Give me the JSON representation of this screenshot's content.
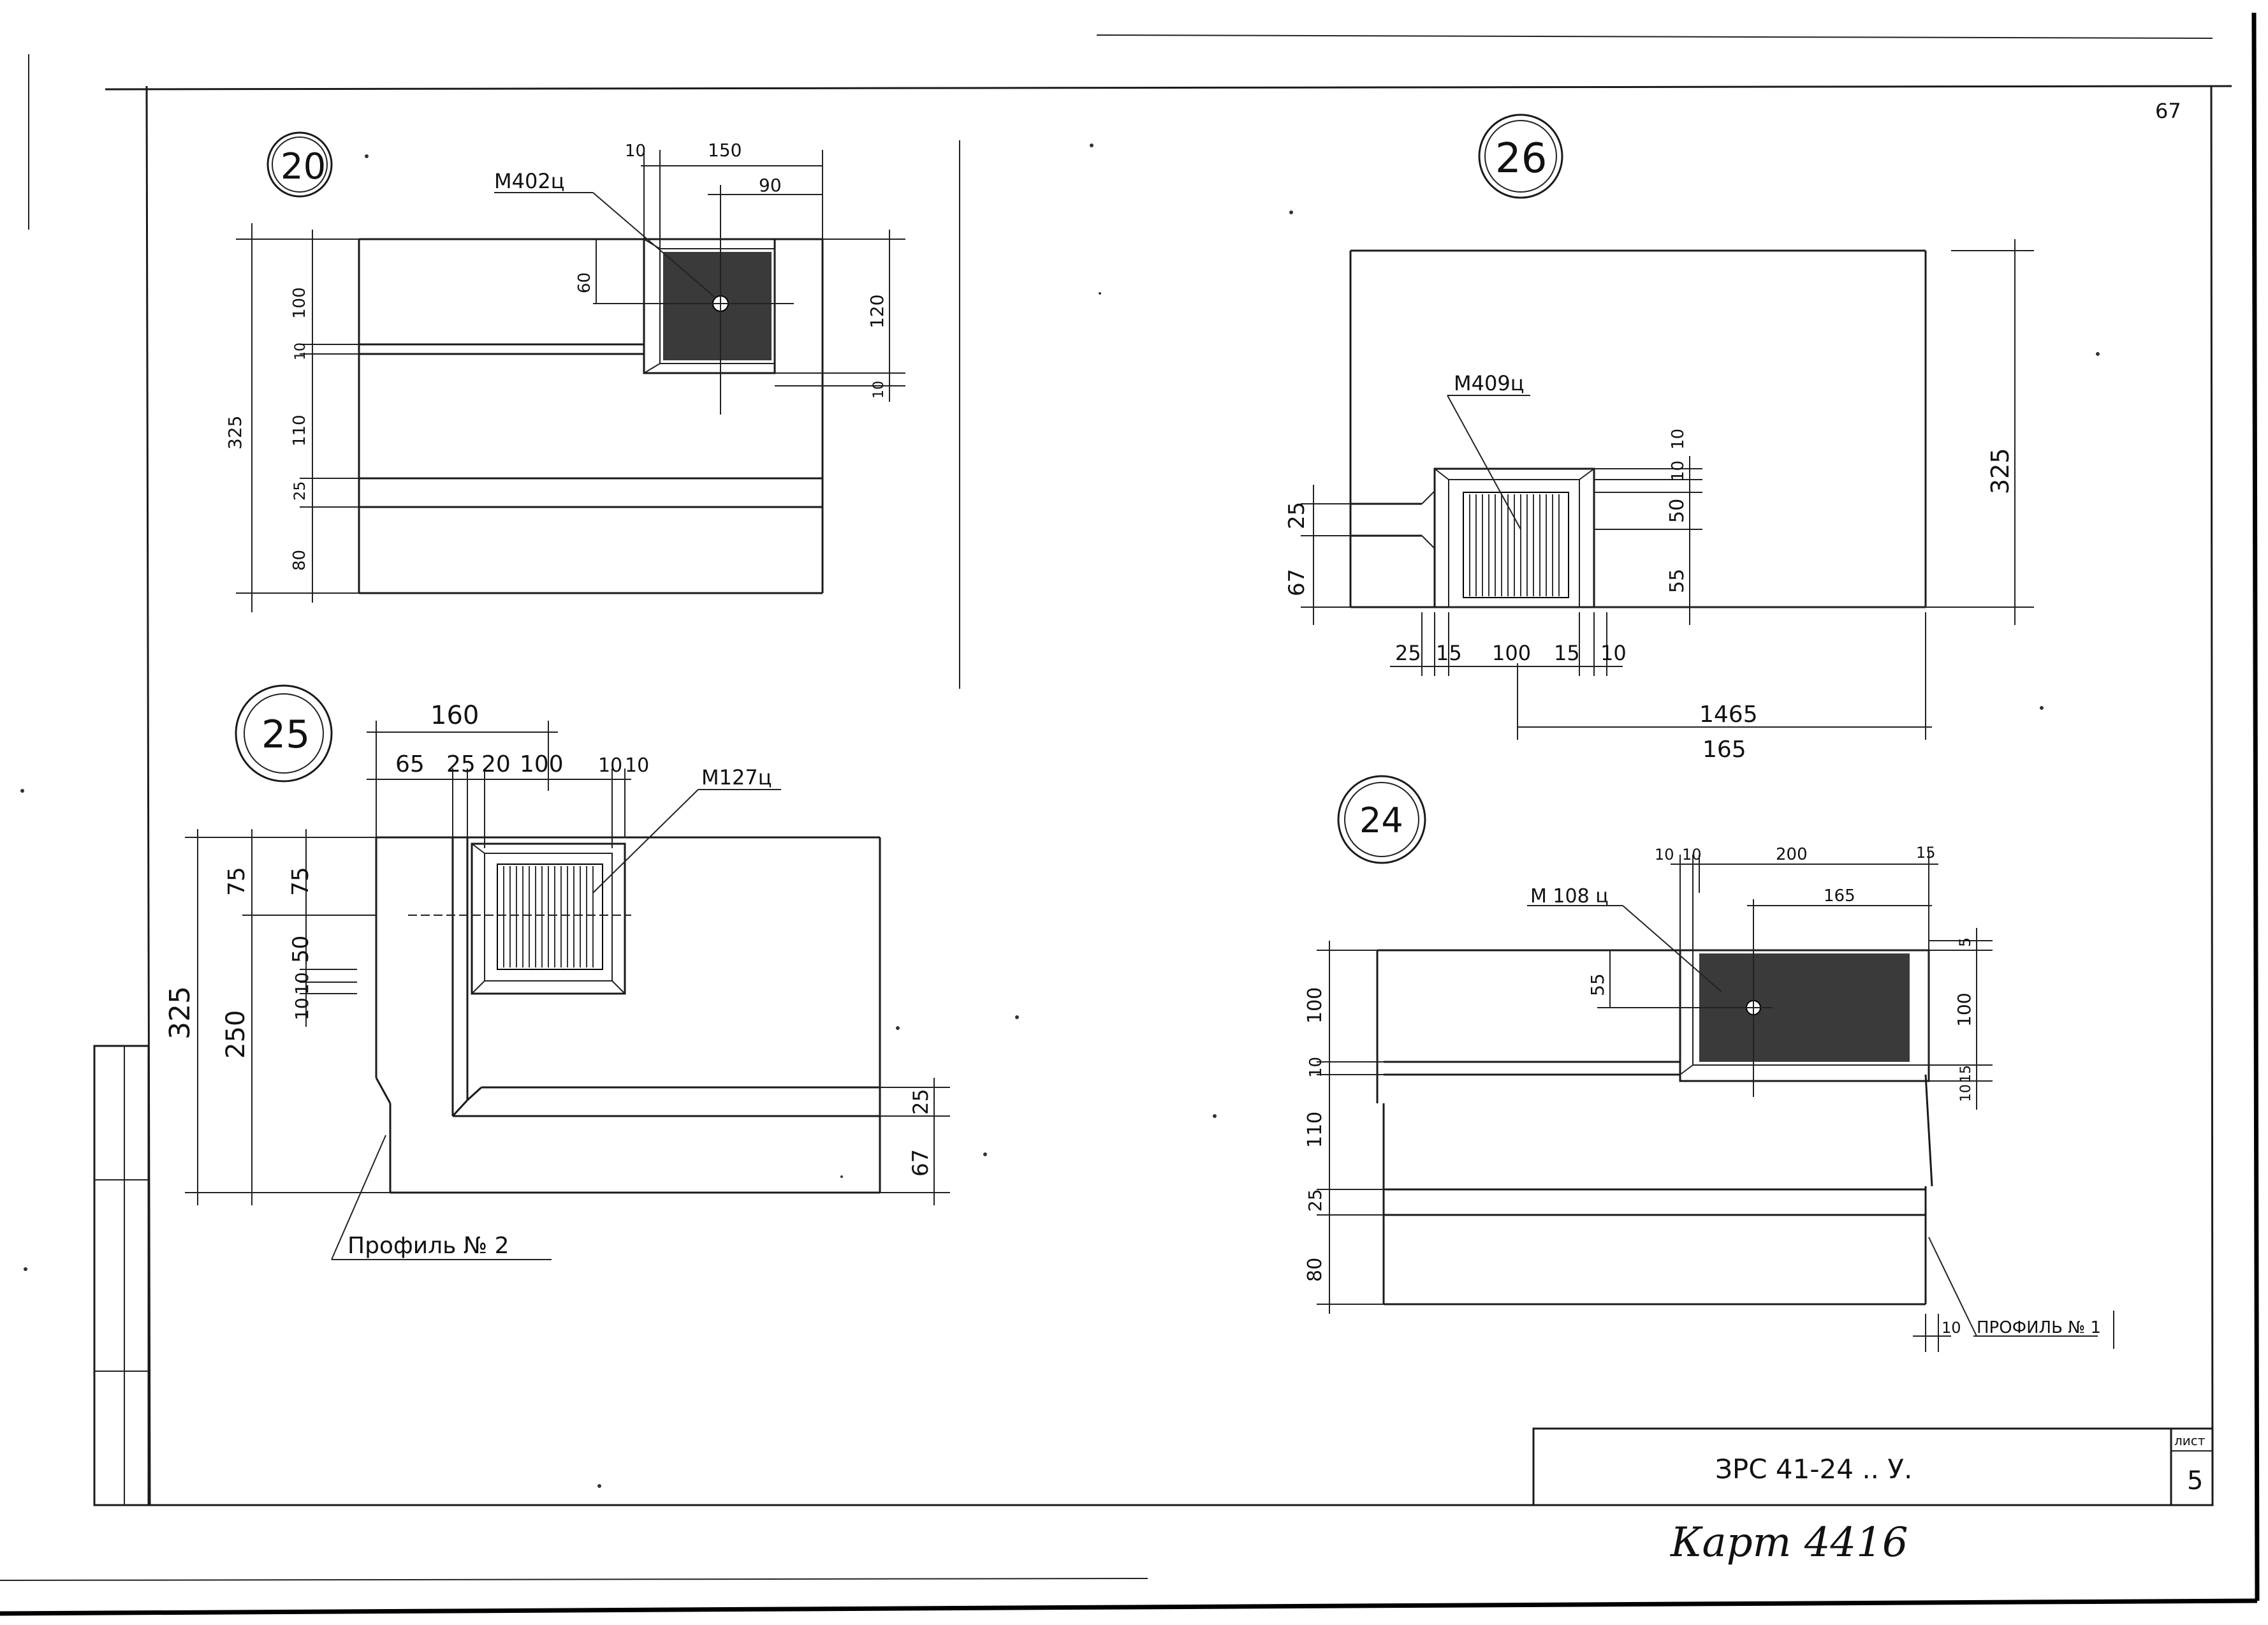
{
  "sheet": {
    "page_number": "67",
    "title_block": {
      "designation": "ЗРС 41-24 .. У.",
      "sheet_label": "лист",
      "sheet_number": "5"
    },
    "handwritten_note": "Карт 4416"
  },
  "details": {
    "d20": {
      "number": "20",
      "embed_label": "М402ц",
      "dims": {
        "top_10": "10",
        "top_150": "150",
        "top_90": "90",
        "left_325": "325",
        "left_100": "100",
        "left_10": "10",
        "left_110": "110",
        "left_25": "25",
        "left_80": "80",
        "inner_60": "60",
        "right_120": "120",
        "right_10": "10"
      }
    },
    "d26": {
      "number": "26",
      "embed_label": "М409ц",
      "dims": {
        "right_325": "325",
        "r_10a": "10",
        "r_10b": "10",
        "r_50": "50",
        "r_55": "55",
        "left_25": "25",
        "left_67": "67",
        "b_25": "25",
        "b_15a": "15",
        "b_100": "100",
        "b_15b": "15",
        "b_10": "10",
        "b_1465": "1465",
        "b_165": "165"
      }
    },
    "d25": {
      "number": "25",
      "embed_label": "М127ц",
      "profile_label": "Профиль № 2",
      "dims": {
        "top_160": "160",
        "top_65": "65",
        "top_25": "25",
        "top_20": "20",
        "top_100": "100",
        "top_10a": "10",
        "top_10b": "10",
        "left_325": "325",
        "left_75a": "75",
        "left_75b": "75",
        "left_250": "250",
        "left_50": "50",
        "left_10a": "10",
        "left_10b": "10",
        "right_25": "25",
        "right_67": "67"
      }
    },
    "d24": {
      "number": "24",
      "embed_label": "М 108 ц",
      "profile_label": "ПРОФИЛЬ № 1",
      "dims": {
        "top_10a": "10",
        "top_10b": "10",
        "top_200": "200",
        "top_15": "15",
        "top_165": "165",
        "inner_55": "55",
        "left_100": "100",
        "left_10": "10",
        "left_110": "110",
        "left_25": "25",
        "left_80": "80",
        "right_5": "5",
        "right_100": "100",
        "right_10": "10",
        "right_15": "15",
        "bottom_10": "10"
      }
    }
  }
}
